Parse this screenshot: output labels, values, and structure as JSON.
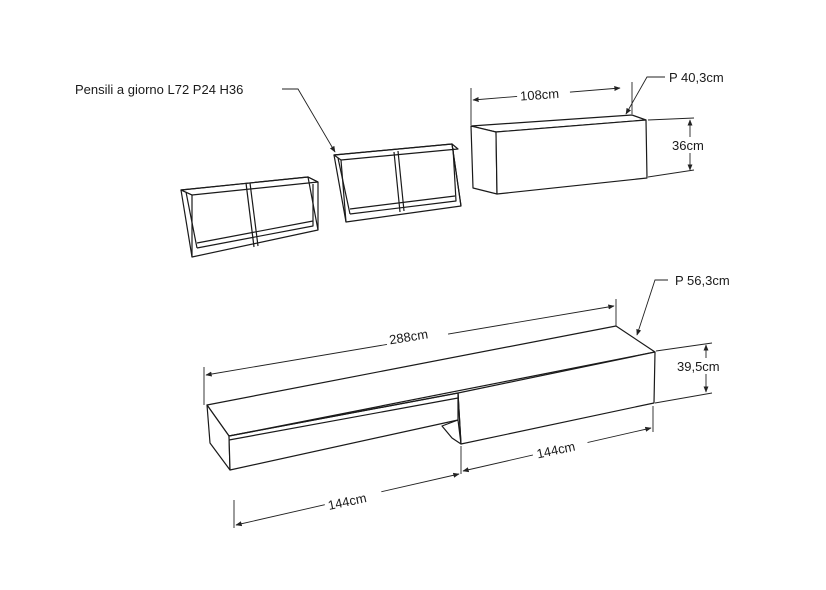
{
  "labels": {
    "shelf_note": "Pensili a giorno L72 P24 H36",
    "cabinet_width": "108cm",
    "cabinet_depth": "P 40,3cm",
    "cabinet_height": "36cm",
    "base_total_width": "288cm",
    "base_depth": "P 56,3cm",
    "base_height": "39,5cm",
    "base_right_module": "144cm",
    "base_left_module": "144cm"
  },
  "colors": {
    "line": "#1a1a1a",
    "background": "#ffffff"
  }
}
